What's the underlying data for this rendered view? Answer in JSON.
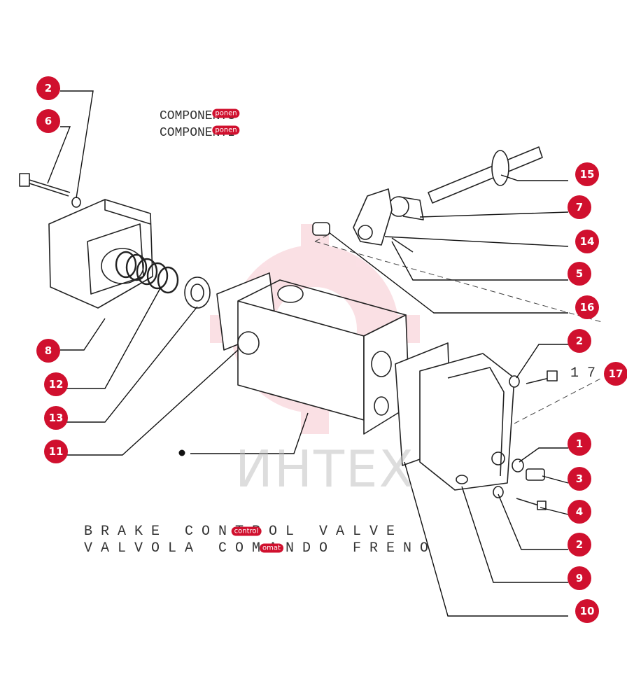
{
  "titles": {
    "components_en": "COMPONENTS",
    "components_it": "COMPONENTI",
    "main_en": "BRAKE CONTROL VALVE",
    "main_it": "VALVOLA COMANDO FRENO",
    "ribbon_en": "control",
    "ribbon_it": "omat",
    "ribbon_comp1": "ponen",
    "ribbon_comp2": "ponen"
  },
  "watermark": "ИНТЕХ",
  "ref_17_text": "1 7",
  "callouts": [
    "2",
    "6",
    "8",
    "12",
    "13",
    "11",
    "15",
    "7",
    "14",
    "5",
    "16",
    "2",
    "17",
    "1",
    "3",
    "4",
    "2",
    "9",
    "10"
  ],
  "colors": {
    "callout": "#d0102e",
    "line": "#222222",
    "watermark_gear": "#f4b6c0"
  }
}
